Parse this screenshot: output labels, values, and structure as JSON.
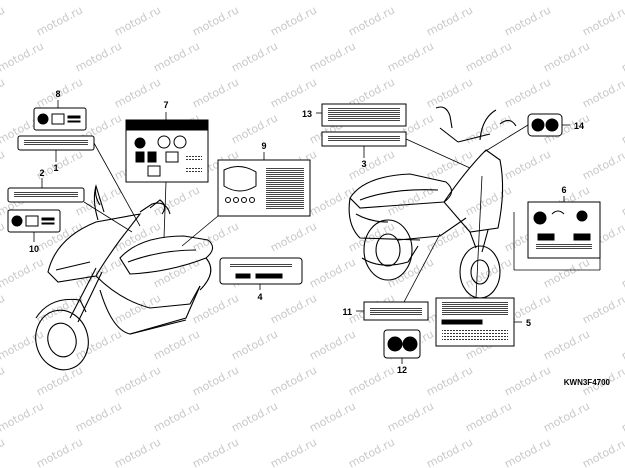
{
  "diagram": {
    "watermark_text": "motod.ru",
    "drawing_code": "KWN3F4700",
    "callouts": [
      {
        "id": "c1",
        "label": "1"
      },
      {
        "id": "c2",
        "label": "2"
      },
      {
        "id": "c3",
        "label": "3"
      },
      {
        "id": "c4",
        "label": "4"
      },
      {
        "id": "c5",
        "label": "5"
      },
      {
        "id": "c6",
        "label": "6"
      },
      {
        "id": "c7",
        "label": "7"
      },
      {
        "id": "c8",
        "label": "8"
      },
      {
        "id": "c9",
        "label": "9"
      },
      {
        "id": "c10",
        "label": "10"
      },
      {
        "id": "c11",
        "label": "11"
      },
      {
        "id": "c12",
        "label": "12"
      },
      {
        "id": "c13",
        "label": "13"
      },
      {
        "id": "c14",
        "label": "14"
      }
    ]
  }
}
